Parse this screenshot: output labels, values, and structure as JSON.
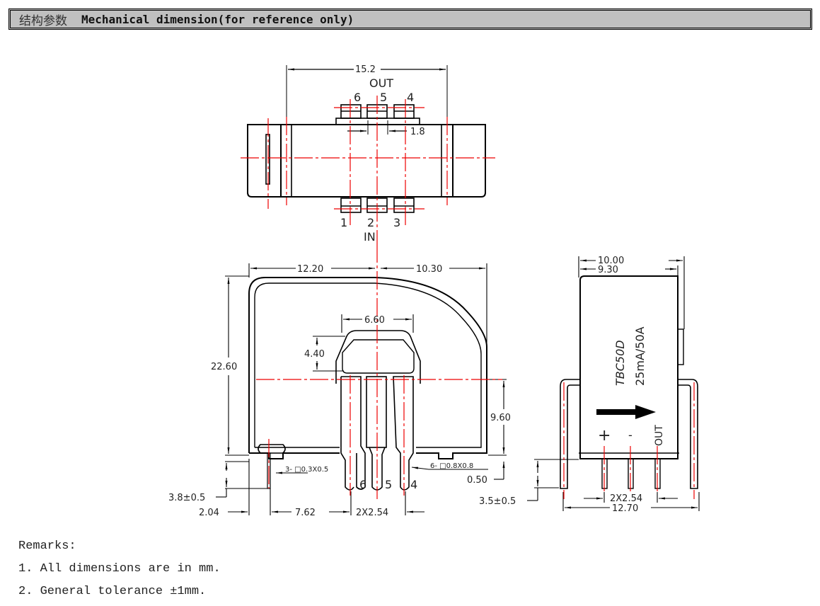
{
  "header": {
    "title_cn": "结构参数",
    "title_en": "Mechanical dimension(for reference only)"
  },
  "top_view": {
    "width_dim": "15.2",
    "pitch_dim": "1.8",
    "out_label": "OUT",
    "out_pins": [
      "6",
      "5",
      "4"
    ],
    "in_pins": [
      "1",
      "2",
      "3"
    ],
    "in_label": "IN"
  },
  "front_view": {
    "left_width": "12.20",
    "right_width": "10.30",
    "height": "22.60",
    "window_width": "6.60",
    "window_height": "4.40",
    "pin_height": "9.60",
    "gap": "0.50",
    "small_pin_note": "3- □0.3X0.5",
    "large_pin_note": "6- □0.8X0.8",
    "pin_length": "3.8±0.5",
    "offset_left": "2.04",
    "offset_pin": "7.62",
    "pin_pitch": "2X2.54",
    "pin_labels": [
      "6",
      "5",
      "4"
    ]
  },
  "side_view": {
    "outer_width": "10.00",
    "inner_width": "9.30",
    "model": "TBC50D",
    "rating": "25mA/50A",
    "pin_labels": [
      "+",
      "-",
      "OUT"
    ],
    "pin_length": "3.5±0.5",
    "pin_pitch": "2X2.54",
    "span": "12.70"
  },
  "remarks": {
    "title": "Remarks:",
    "items": [
      "1. All dimensions are in mm.",
      "2. General tolerance ±1mm."
    ]
  }
}
